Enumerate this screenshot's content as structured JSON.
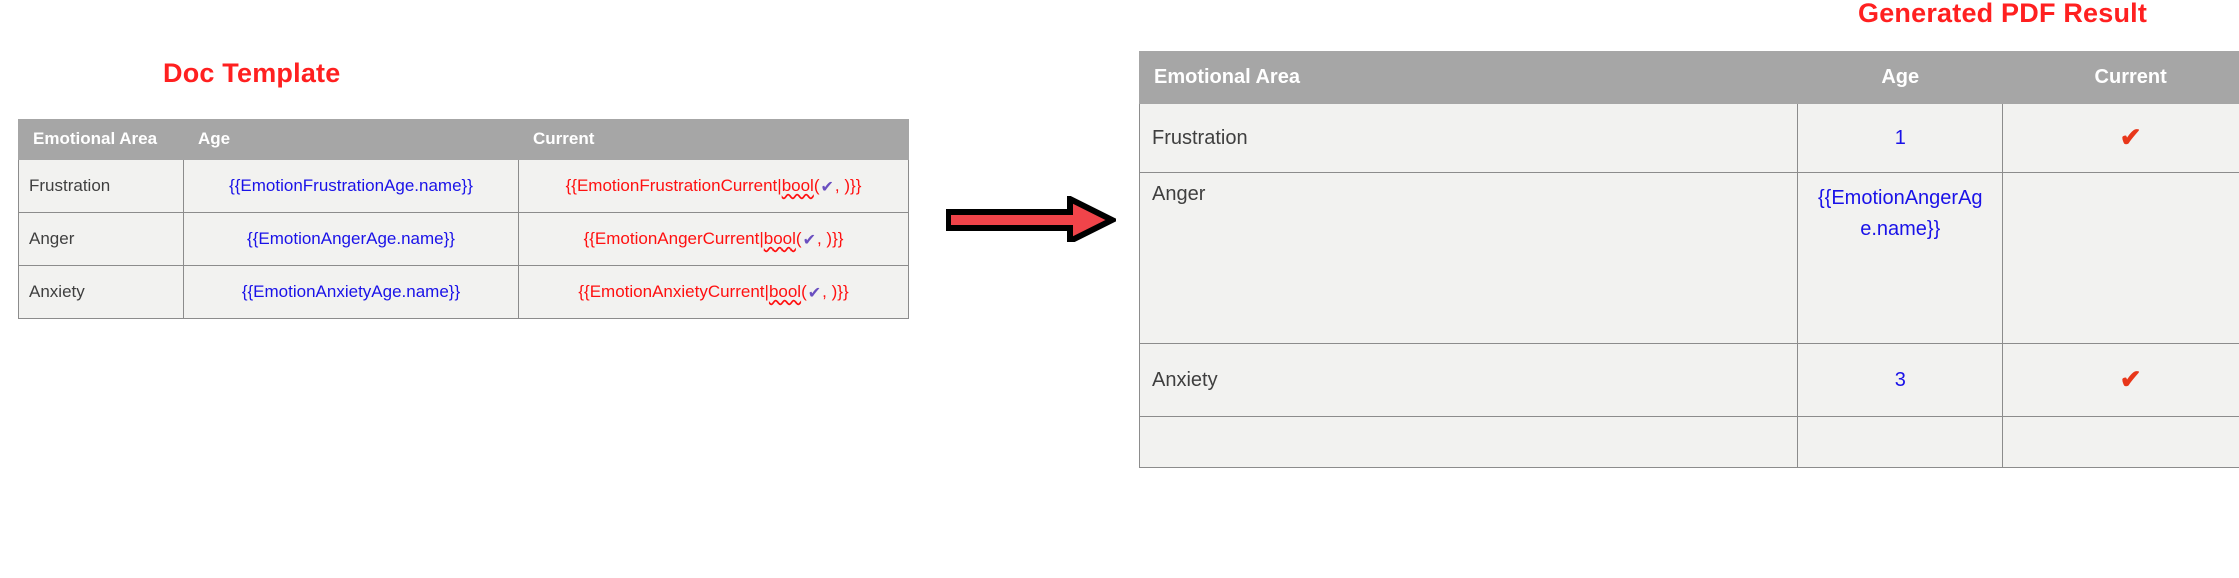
{
  "doc_template": {
    "heading": "Doc Template",
    "columns": [
      "Emotional Area",
      "Age",
      "Current"
    ],
    "rows": [
      {
        "area": "Frustration",
        "age": "{{EmotionFrustrationAge.name}}",
        "current_prefix": "{{EmotionFrustrationCurrent|",
        "current_fn": "bool",
        "current_open": "(",
        "current_check": "✔",
        "current_suffix": ", )}}"
      },
      {
        "area": "Anger",
        "age": "{{EmotionAngerAge.name}}",
        "current_prefix": "{{EmotionAngerCurrent|",
        "current_fn": "bool",
        "current_open": "(",
        "current_check": "✔",
        "current_suffix": ", )}}"
      },
      {
        "area": "Anxiety",
        "age": "{{EmotionAnxietyAge.name}}",
        "current_prefix": "{{EmotionAnxietyCurrent|",
        "current_fn": "bool",
        "current_open": "(",
        "current_check": "✔",
        "current_suffix": ", )}}"
      }
    ]
  },
  "arrow": {
    "name": "right-arrow",
    "fill": "#f0444a",
    "outline": "#000000"
  },
  "pdf_result": {
    "heading": "Generated PDF Result",
    "columns": [
      "Emotional Area",
      "Age",
      "Current"
    ],
    "rows": [
      {
        "area": "Frustration",
        "age": "1",
        "current": "✔"
      },
      {
        "area": "Anger",
        "age": "{{EmotionAngerAge.name}}",
        "current": ""
      },
      {
        "area": "Anxiety",
        "age": "3",
        "current": "✔"
      },
      {
        "area": "",
        "age": "",
        "current": ""
      }
    ]
  },
  "colors": {
    "heading_red": "#ff2020",
    "header_gray": "#a6a6a6",
    "cell_bg": "#f2f2f0",
    "border_gray": "#8c8c8c",
    "template_blue": "#1a12e8",
    "template_red": "#ff1010",
    "check_purple": "#6a4fc0",
    "check_red": "#e8371a"
  }
}
